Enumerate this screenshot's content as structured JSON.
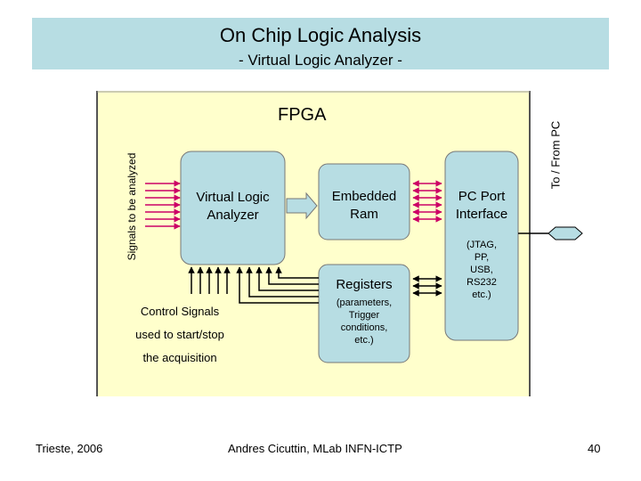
{
  "slide": {
    "title": "On Chip Logic Analysis",
    "subtitle": "- Virtual Logic Analyzer -"
  },
  "diagram": {
    "fpga_label": "FPGA",
    "signals_label": "Signals to be analyzed",
    "topc_label": "To / From PC",
    "vla_line1": "Virtual Logic",
    "vla_line2": "Analyzer",
    "ram_line1": "Embedded",
    "ram_line2": "Ram",
    "pc_line1": "PC Port",
    "pc_line2": "Interface",
    "pc_detail": [
      "(JTAG,",
      "PP,",
      "USB,",
      "RS232",
      "etc.)"
    ],
    "registers_label": "Registers",
    "registers_detail": [
      "(parameters,",
      "Trigger",
      "conditions,",
      "etc.)"
    ],
    "control_lines": [
      "Control Signals",
      "used to start/stop",
      "the acquisition"
    ]
  },
  "footer": {
    "left": "Trieste, 2006",
    "center": "Andres Cicuttin, MLab INFN-ICTP",
    "right": "40"
  },
  "colors": {
    "title_band": "#b7dde3",
    "fpga_fill": "#ffffcc",
    "block_fill": "#b7dde3",
    "signal_arrow": "#cc0066",
    "border": "#555555"
  }
}
